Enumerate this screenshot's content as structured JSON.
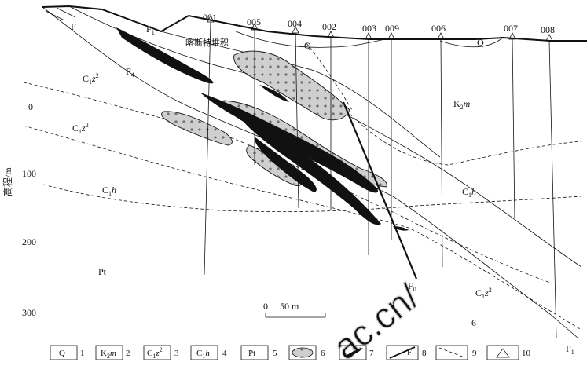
{
  "drillholes": [
    "001",
    "005",
    "004",
    "002",
    "003",
    "009",
    "006",
    "007",
    "008"
  ],
  "faults": {
    "f_top_left": "F",
    "f1_left": "F",
    "f1_left_sub": "1",
    "f4": "F",
    "f4_sub": "4",
    "f0": "F",
    "f0_sub": "0",
    "f1_right": "F",
    "f1_right_sub": "1"
  },
  "quaternary_labels": [
    "Q",
    "Q"
  ],
  "karst_label": "喀斯特堆积",
  "formations": {
    "c1z2": {
      "main": "C",
      "sub": "1",
      "italic": "z",
      "sup": "2"
    },
    "c1h": {
      "main": "C",
      "sub": "1",
      "italic": "h"
    },
    "k2m": {
      "main": "K",
      "sub": "2",
      "italic": "m"
    },
    "pt": "Pt",
    "six": "6"
  },
  "y_axis": {
    "label": "高程/m",
    "ticks": [
      "0",
      "100",
      "200",
      "300"
    ]
  },
  "scale_bar": {
    "left": "0",
    "right": "50 m"
  },
  "legend": [
    {
      "num": "1",
      "label": "Q",
      "kind": "text"
    },
    {
      "num": "2",
      "label_main": "K",
      "label_sub": "2",
      "label_it": "m",
      "kind": "formation"
    },
    {
      "num": "3",
      "label_main": "C",
      "label_sub": "1",
      "label_it": "z",
      "label_sup": "2",
      "kind": "formation"
    },
    {
      "num": "4",
      "label_main": "C",
      "label_sub": "1",
      "label_it": "h",
      "kind": "formation"
    },
    {
      "num": "5",
      "label": "Pt",
      "kind": "text"
    },
    {
      "num": "6",
      "kind": "granite"
    },
    {
      "num": "7",
      "kind": "orebody"
    },
    {
      "num": "8",
      "label": "F",
      "kind": "fault"
    },
    {
      "num": "9",
      "kind": "boundary"
    },
    {
      "num": "10",
      "kind": "drillhole"
    }
  ]
}
